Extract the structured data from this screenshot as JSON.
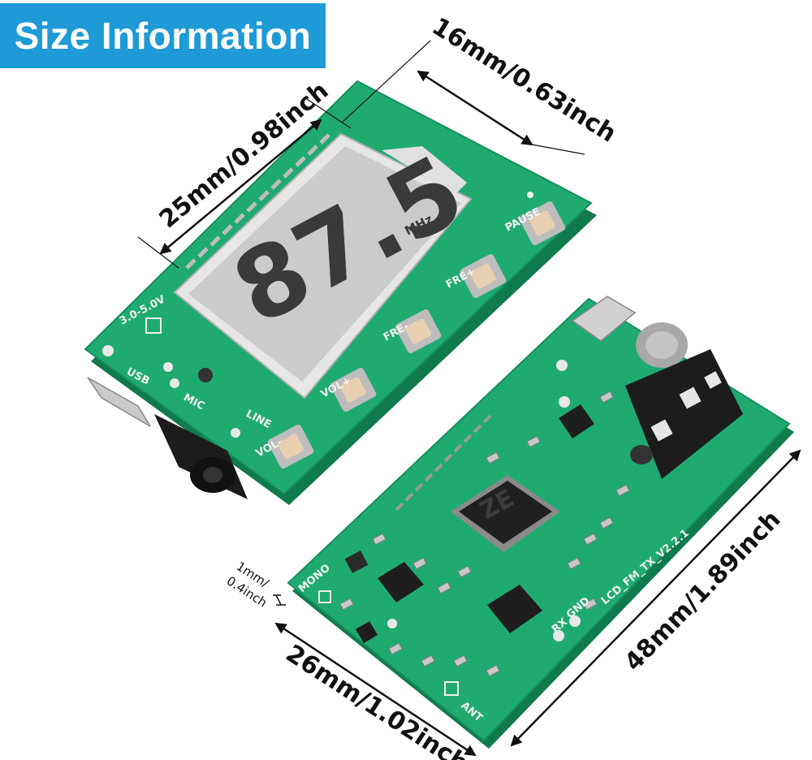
{
  "header": {
    "title": "Size Information"
  },
  "dimensions": {
    "width_top": "16mm/0.63inch",
    "display_width": "25mm/0.98inch",
    "board_length": "48mm/1.89inch",
    "board_width": "26mm/1.02inch",
    "thickness_line1": "1mm/",
    "thickness_line2": "0.4inch"
  },
  "display": {
    "frequency": "87.5",
    "unit": "MHz"
  },
  "labels": {
    "pause": "PAUSE",
    "fre_plus": "FRE+",
    "fre_minus": "FRE-",
    "vol_plus": "VOL+",
    "vol_minus": "VOL-",
    "usb": "USB",
    "mic": "MIC",
    "line": "LINE",
    "voltage": "3.0-5.0V",
    "board_model": "LCD_FM_TX_V2.2.1",
    "rx": "RX",
    "gnd": "GND",
    "ant": "ANT",
    "mono": "MONO"
  },
  "colors": {
    "badge": "#1e9ad6",
    "pcb": "#1faa72",
    "pcb_dark": "#138a5a",
    "lcd": "#c9cccb"
  }
}
